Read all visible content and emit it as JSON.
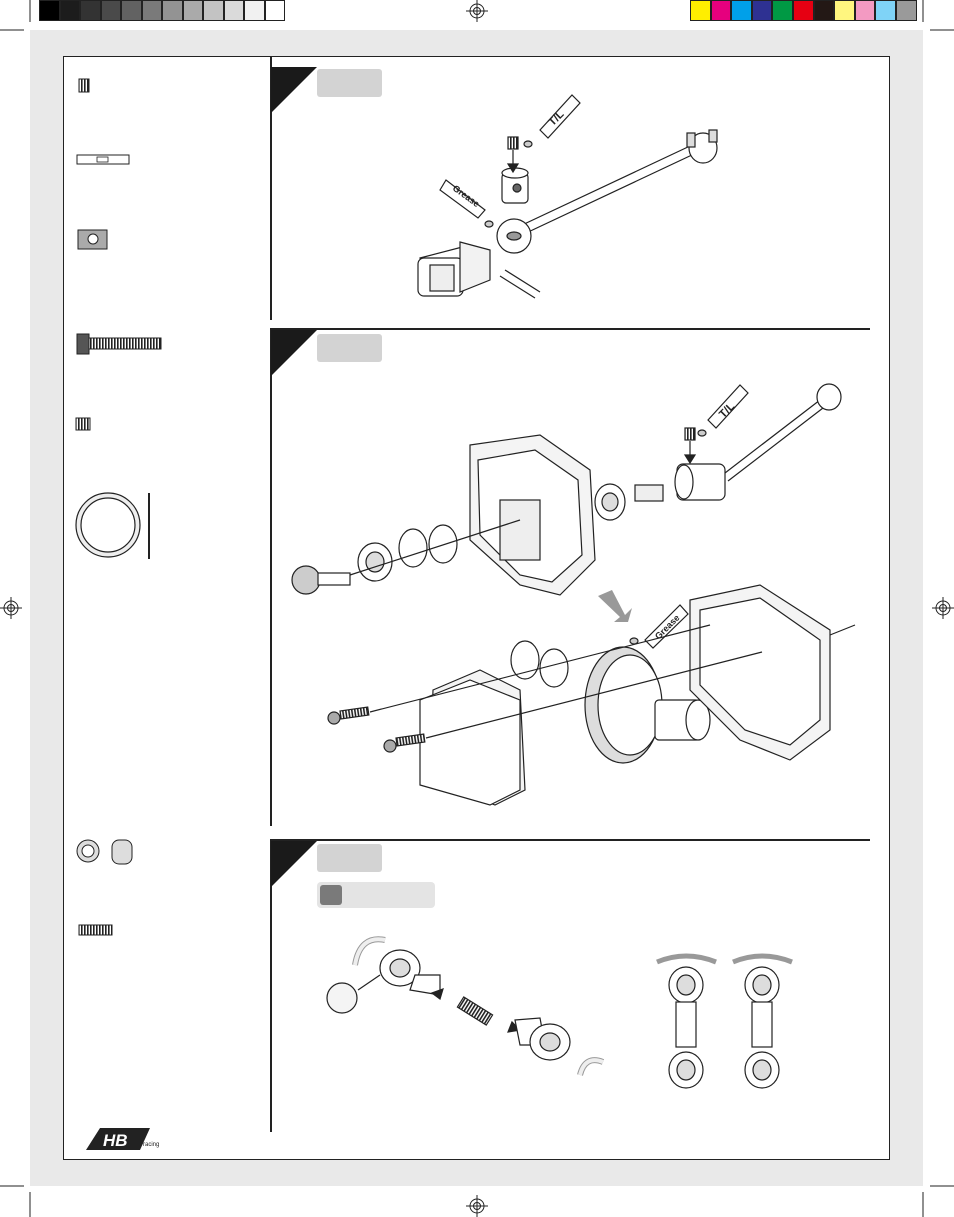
{
  "colors": {
    "grayscale_bar": [
      "#000000",
      "#1c1c1c",
      "#333333",
      "#4a4a4a",
      "#626262",
      "#7a7a7a",
      "#939393",
      "#aaaaaa",
      "#c3c3c3",
      "#dadada",
      "#f1f1f1",
      "#ffffff"
    ],
    "color_bar": [
      "#ffee00",
      "#e6007e",
      "#00a0e9",
      "#2e3192",
      "#009944",
      "#e60012",
      "#231815",
      "#fff67f",
      "#f39ac2",
      "#7fd3f7",
      "#9a9a9a"
    ],
    "sheet": "#e9e9e9",
    "ink": "#222222"
  },
  "parts": [
    {
      "id": "set-screw-small",
      "icon": "set-screw-icon"
    },
    {
      "id": "pin",
      "icon": "pin-icon"
    },
    {
      "id": "square-nut",
      "icon": "square-nut-icon"
    },
    {
      "id": "cap-screw-long",
      "icon": "cap-screw-icon"
    },
    {
      "id": "set-screw-short",
      "icon": "set-screw-icon"
    },
    {
      "id": "o-ring",
      "icon": "o-ring-icon"
    },
    {
      "id": "ball-and-bushing",
      "icon": "ball-icon"
    },
    {
      "id": "threaded-rod",
      "icon": "threaded-rod-icon"
    }
  ],
  "steps": [
    {
      "id": "step-1",
      "labels": {
        "tube_tl": "T/L",
        "tube_grease": "Grease"
      }
    },
    {
      "id": "step-2",
      "labels": {
        "tube_tl": "T/L",
        "tube_grease": "Grease"
      }
    },
    {
      "id": "step-3",
      "labels": {}
    }
  ],
  "logo": {
    "text": "HB",
    "tag": "racing"
  }
}
